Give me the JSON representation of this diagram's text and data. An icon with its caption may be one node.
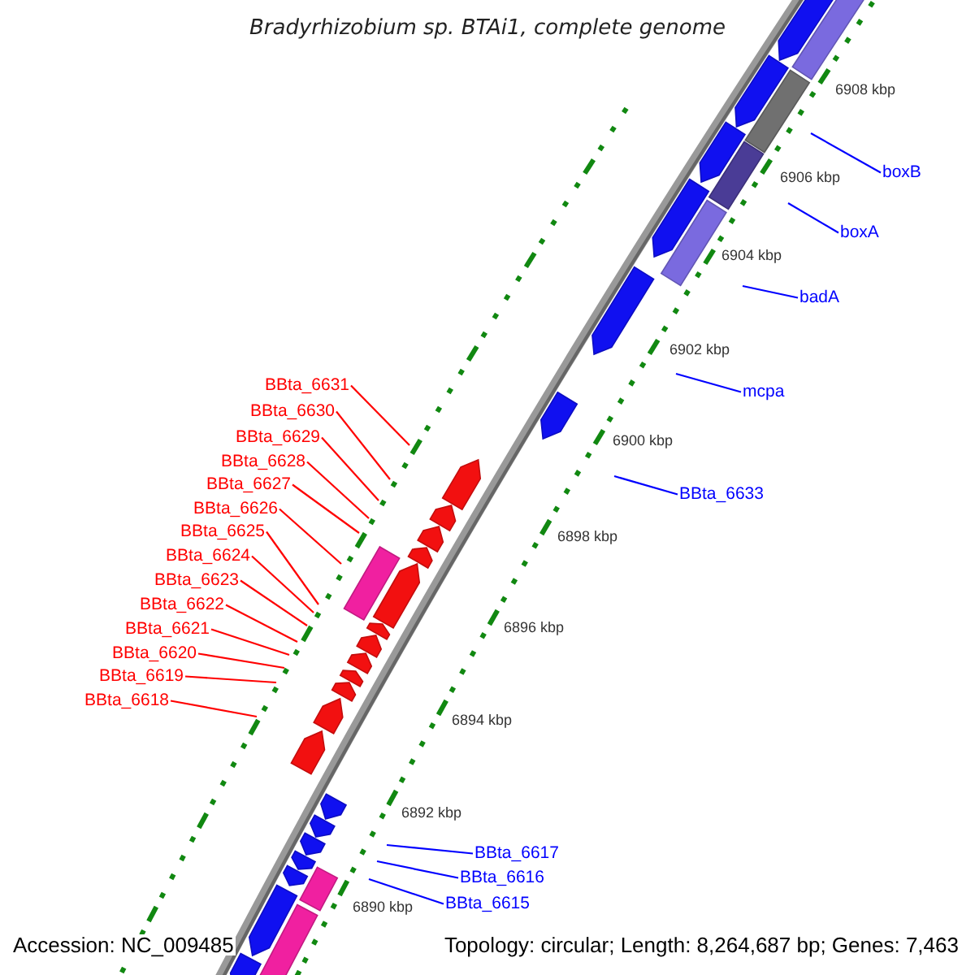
{
  "diagram": {
    "title": "Bradyrhizobium sp. BTAi1, complete genome",
    "nodes": [
      {
        "text": [
          "boxB"
        ]
      },
      {
        "text": [
          "boxA"
        ]
      },
      {
        "text": [
          "badA"
        ]
      },
      {
        "text": [
          "mcpa"
        ]
      },
      {
        "text": [
          "BBta_6633"
        ]
      },
      {
        "text": [
          "BBta_6631"
        ]
      },
      {
        "text": [
          "BBta_6630"
        ]
      },
      {
        "text": [
          "BBta_6629"
        ]
      },
      {
        "text": [
          "BBta_6628"
        ]
      },
      {
        "text": [
          "BBta_6627"
        ]
      },
      {
        "text": [
          "BBta_6626"
        ]
      },
      {
        "text": [
          "BBta_6625"
        ]
      },
      {
        "text": [
          "BBta_6624"
        ]
      },
      {
        "text": [
          "BBta_6623"
        ]
      },
      {
        "text": [
          "BBta_6622"
        ]
      },
      {
        "text": [
          "BBta_6621"
        ]
      },
      {
        "text": [
          "BBta_6620"
        ]
      },
      {
        "text": [
          "BBta_6619"
        ]
      },
      {
        "text": [
          "BBta_6618"
        ]
      },
      {
        "text": [
          "BBta_6617"
        ]
      },
      {
        "text": [
          "BBta_6616"
        ]
      },
      {
        "text": [
          "BBta_6615"
        ]
      }
    ],
    "edges": [
      {
        "from": 0,
        "to": null,
        "arrow": "none",
        "color": "#0000ff"
      },
      {
        "from": 1,
        "to": null,
        "arrow": "none",
        "color": "#0000ff"
      },
      {
        "from": 2,
        "to": null,
        "arrow": "none",
        "color": "#0000ff"
      },
      {
        "from": 3,
        "to": null,
        "arrow": "none",
        "color": "#0000ff"
      },
      {
        "from": 4,
        "to": null,
        "arrow": "none",
        "color": "#0000ff"
      },
      {
        "from": 5,
        "to": null,
        "arrow": "none"
      },
      {
        "from": 6,
        "to": null,
        "arrow": "none"
      },
      {
        "from": 7,
        "to": null,
        "arrow": "none"
      },
      {
        "from": 8,
        "to": null,
        "arrow": "none"
      },
      {
        "from": 9,
        "to": null,
        "arrow": "none"
      },
      {
        "from": 10,
        "to": null,
        "arrow": "none"
      },
      {
        "from": 11,
        "to": null,
        "arrow": "none"
      },
      {
        "from": 12,
        "to": null,
        "arrow": "none"
      },
      {
        "from": 13,
        "to": null,
        "arrow": "none"
      },
      {
        "from": 14,
        "to": null,
        "arrow": "none"
      },
      {
        "from": 15,
        "to": null,
        "arrow": "none"
      },
      {
        "from": 16,
        "to": null,
        "arrow": "none"
      },
      {
        "from": 17,
        "to": null,
        "arrow": "none"
      },
      {
        "from": 18,
        "to": null,
        "arrow": "none"
      },
      {
        "from": 19,
        "to": null,
        "arrow": "none",
        "color": "#0000ff"
      },
      {
        "from": 20,
        "to": null,
        "arrow": "none",
        "color": "#0000ff"
      },
      {
        "from": 21,
        "to": null,
        "arrow": "none",
        "color": "#0000ff"
      }
    ],
    "labels": [
      "6908 kbp",
      "6906 kbp",
      "6904 kbp",
      "6902 kbp",
      "6900 kbp",
      "6898 kbp",
      "6896 kbp",
      "6894 kbp",
      "6892 kbp",
      "6890 kbp",
      "Accession: NC_009485",
      "Topology: circular; Length: 8,264,687 bp; Genes: 7,463"
    ]
  }
}
